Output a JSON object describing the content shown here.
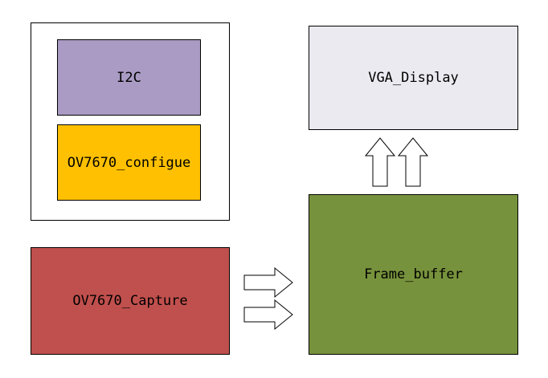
{
  "blocks": {
    "i2c": {
      "label": "I2C",
      "color": "#a99bc3"
    },
    "configure": {
      "label": "OV7670_configue",
      "color": "#fec000"
    },
    "vga": {
      "label": "VGA_Display",
      "color": "#ebeaf0"
    },
    "capture": {
      "label": "OV7670_Capture",
      "color": "#c0504d"
    },
    "frame_buffer": {
      "label": "Frame_buffer",
      "color": "#77923c"
    }
  },
  "connections": [
    {
      "from": "capture",
      "to": "frame_buffer",
      "arrows": 2,
      "direction": "right"
    },
    {
      "from": "frame_buffer",
      "to": "vga",
      "arrows": 2,
      "direction": "up"
    }
  ]
}
